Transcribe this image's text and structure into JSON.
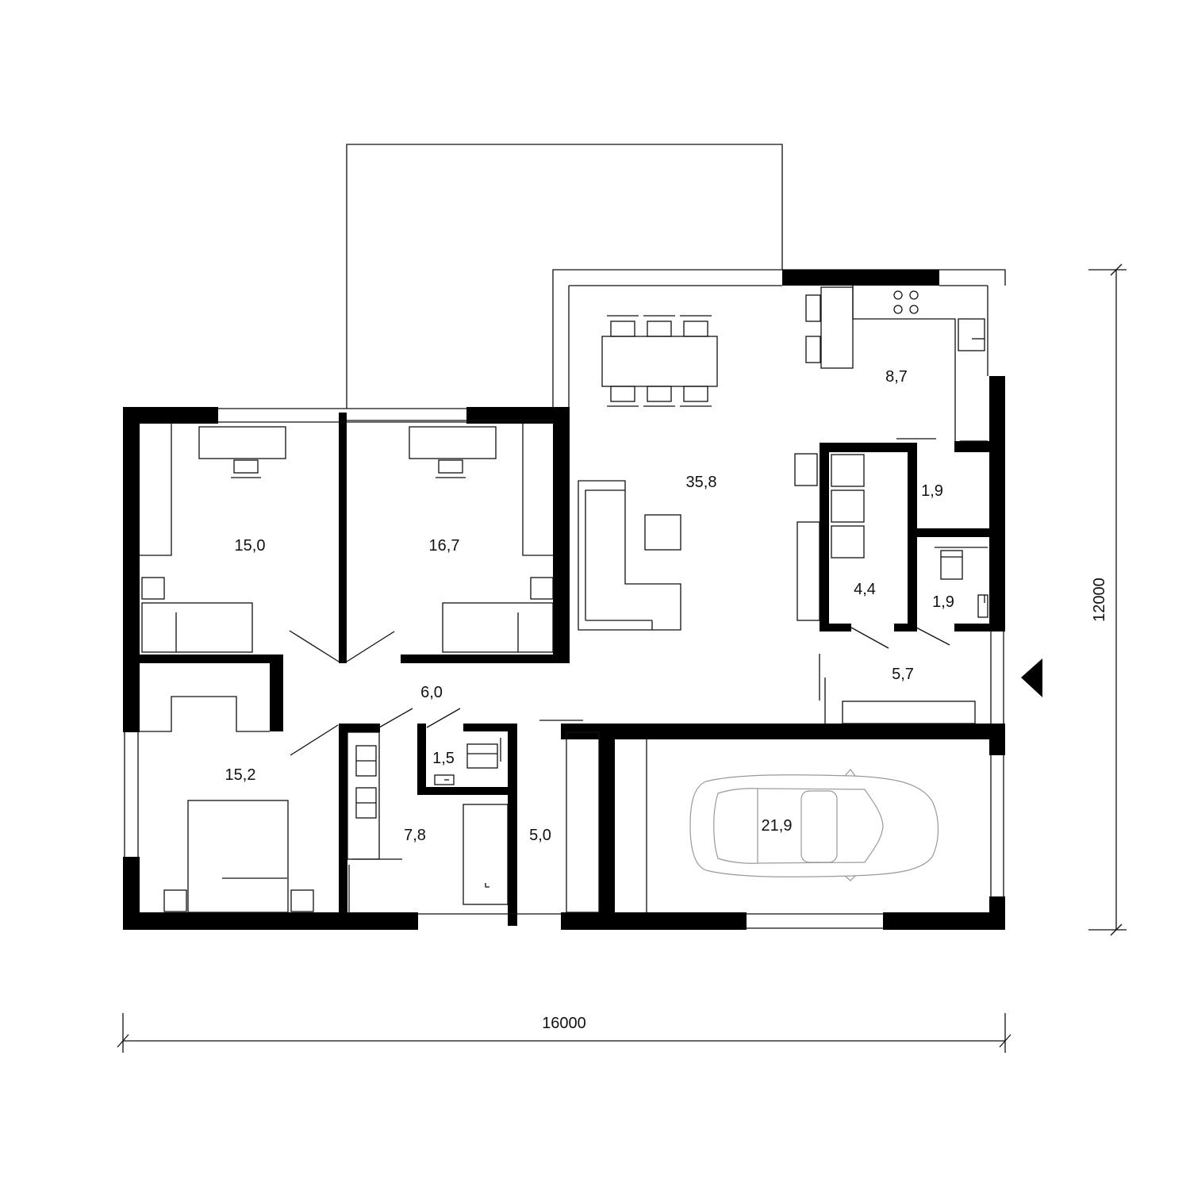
{
  "dimensions": {
    "width": "16000",
    "height": "12000"
  },
  "rooms": [
    {
      "id": "bedroom-1",
      "area": "15,0"
    },
    {
      "id": "bedroom-2",
      "area": "16,7"
    },
    {
      "id": "living-dining",
      "area": "35,8"
    },
    {
      "id": "kitchen",
      "area": "8,7"
    },
    {
      "id": "pantry",
      "area": "1,9"
    },
    {
      "id": "storage",
      "area": "4,4"
    },
    {
      "id": "wc",
      "area": "1,9"
    },
    {
      "id": "entry",
      "area": "5,7"
    },
    {
      "id": "hallway",
      "area": "6,0"
    },
    {
      "id": "master-bedroom",
      "area": "15,2"
    },
    {
      "id": "toilet",
      "area": "1,5"
    },
    {
      "id": "bathroom",
      "area": "7,8"
    },
    {
      "id": "utility",
      "area": "5,0"
    },
    {
      "id": "garage",
      "area": "21,9"
    }
  ],
  "icons": [
    "entrance-arrow-icon",
    "car-icon",
    "bed-icon",
    "desk-icon",
    "sofa-icon",
    "dining-table-icon",
    "hob-icon"
  ]
}
